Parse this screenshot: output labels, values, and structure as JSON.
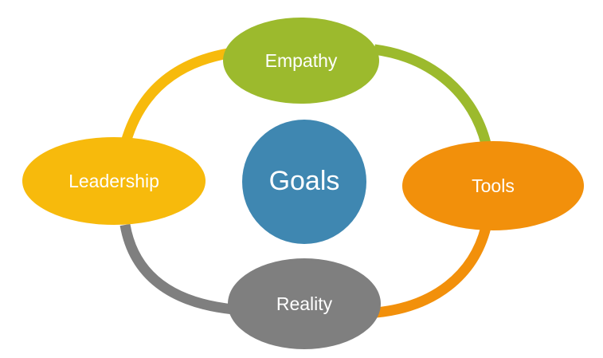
{
  "center": {
    "label": "Goals",
    "color": "#3f87b1"
  },
  "nodes": {
    "empathy": {
      "label": "Empathy",
      "color": "#9cba2d"
    },
    "tools": {
      "label": "Tools",
      "color": "#f2900b"
    },
    "reality": {
      "label": "Reality",
      "color": "#7f7f7f"
    },
    "leadership": {
      "label": "Leadership",
      "color": "#f7ba0c"
    }
  },
  "arcs": {
    "empathy_to_tools": {
      "color": "#9cba2d"
    },
    "tools_to_reality": {
      "color": "#f2900b"
    },
    "reality_to_leadership": {
      "color": "#7f7f7f"
    },
    "leadership_to_empathy": {
      "color": "#f7ba0c"
    }
  }
}
